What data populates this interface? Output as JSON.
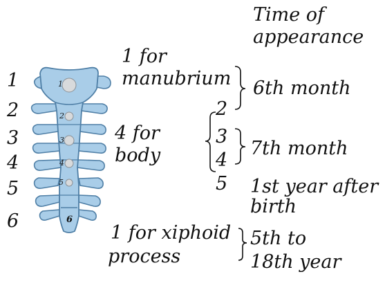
{
  "colors": {
    "bone_fill": "#a9cde8",
    "bone_stroke": "#4f7fa6",
    "ossification_center": "#d8dadc",
    "text": "#111111"
  },
  "header": {
    "line1": "Time of",
    "line2": "appearance"
  },
  "rib_numbers": [
    "1",
    "2",
    "3",
    "4",
    "5",
    "6"
  ],
  "sternum_labels": {
    "manubrium_line1": "1 for",
    "manubrium_line2": "manubrium",
    "body_line1": "4 for",
    "body_line2": "body",
    "xiphoid_line1": "1 for xiphoid",
    "xiphoid_line2": "process"
  },
  "center_numbers": [
    "2",
    "3",
    "4",
    "5"
  ],
  "times": {
    "sixth_month": "6th month",
    "seventh_month": "7th month",
    "first_year_line1": "1st year after",
    "first_year_line2": "birth",
    "xiphoid_line1": "5th to",
    "xiphoid_line2": "18th year"
  },
  "small_numbers": [
    "1",
    "2",
    "3",
    "4",
    "5",
    "6"
  ]
}
